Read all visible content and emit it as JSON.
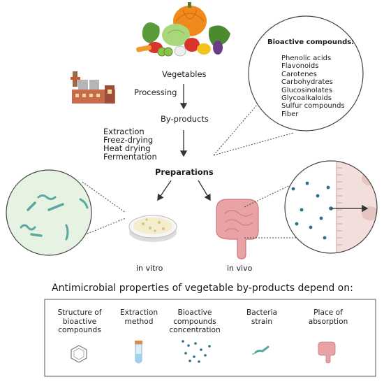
{
  "flow": {
    "vegetables": "Vegetables",
    "processing": "Processing",
    "by_products": "By-products",
    "methods": [
      "Extraction",
      "Freez-drying",
      "Heat drying",
      "Fermentation"
    ],
    "preparations": "Preparations",
    "in_vitro": "in vitro",
    "in_vivo": "in vivo"
  },
  "bioactive": {
    "title": "Bioactive compounds:",
    "items": [
      "Phenolic acids",
      "Flavonoids",
      "Carotenes",
      "Carbohydrates",
      "Glucosinolates",
      "Glycoalkaloids",
      "Sulfur compounds",
      "Fiber"
    ]
  },
  "bottom": {
    "title": "Antimicrobial properties of vegetable by-products depend on:",
    "factors": [
      {
        "label_lines": [
          "Structure of",
          "bioactive",
          "compounds"
        ],
        "icon": "benzene-ring-icon"
      },
      {
        "label_lines": [
          "Extraction",
          "method"
        ],
        "icon": "test-tube-icon"
      },
      {
        "label_lines": [
          "Bioactive",
          "compounds",
          "concentration"
        ],
        "icon": "dots-icon"
      },
      {
        "label_lines": [
          "Bacteria",
          "strain"
        ],
        "icon": "bacterium-icon"
      },
      {
        "label_lines": [
          "Place of",
          "absorption"
        ],
        "icon": "intestine-icon"
      }
    ]
  },
  "colors": {
    "arrow": "#333333",
    "bubble_border": "#444444",
    "petri_fill": "#f3eccd",
    "bacteria": "#5aa8a0",
    "intestine": "#e9a3a7",
    "dots": "#2b6f8a",
    "microscope_bg": "#e7f3e2"
  }
}
